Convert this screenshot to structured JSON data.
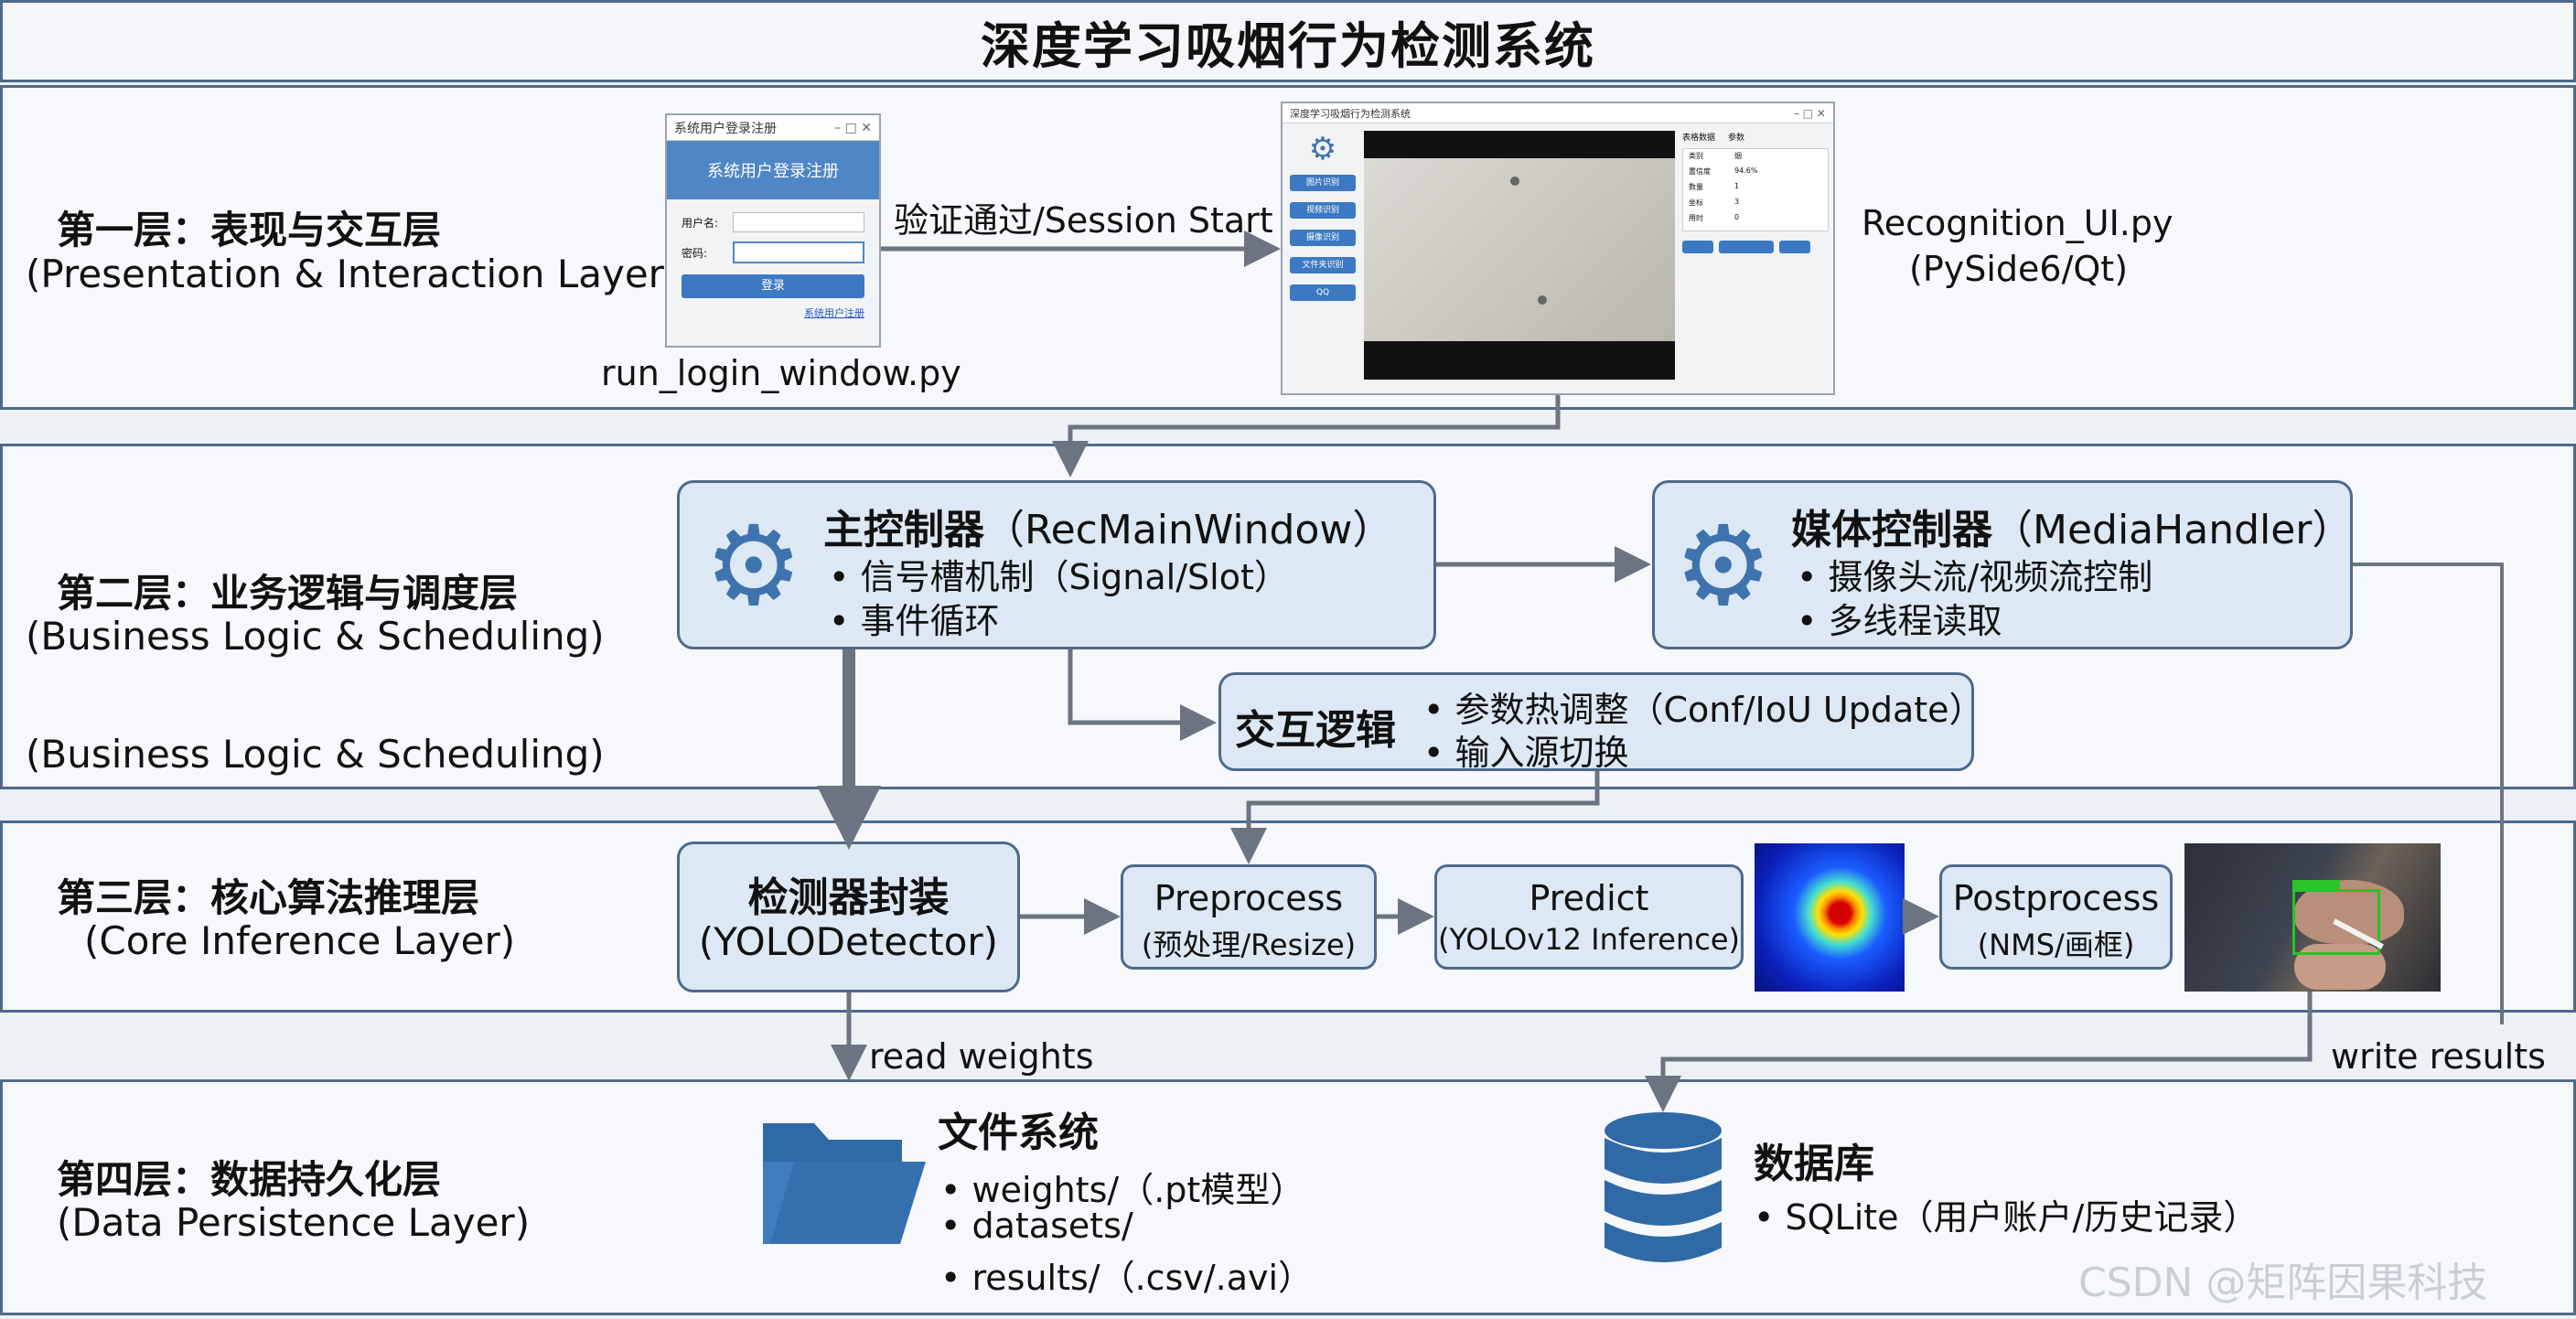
{
  "title": "深度学习吸烟行为检测系统",
  "layer1": {
    "name": "第一层：表现与交互层",
    "en": "(Presentation & Interaction Layer)",
    "login_window": {
      "title": "系统用户登录注册",
      "header": "系统用户登录注册",
      "user_label": "用户名:",
      "pwd_label": "密码:",
      "login_button": "登录",
      "register_link": "系统用户注册"
    },
    "login_file": "run_login_window.py",
    "arrow_label": "验证通过/Session Start",
    "main_window": {
      "title": "深度学习吸烟行为检测系统",
      "side_buttons": [
        "图片识别",
        "视频识别",
        "摄像识别",
        "文件夹识别",
        "QQ"
      ],
      "tabs": [
        "表格数据",
        "参数"
      ],
      "rows": [
        [
          "类别",
          "烟"
        ],
        [
          "置信度",
          "94.6%"
        ],
        [
          "数量",
          "1"
        ],
        [
          "坐标",
          "3"
        ],
        [
          "用时",
          "0"
        ]
      ]
    },
    "ui_file": "Recognition_UI.py",
    "ui_framework": "(PySide6/Qt)"
  },
  "layer2": {
    "name": "第二层：业务逻辑与调度层",
    "en": "(Business Logic & Scheduling)",
    "en_repeat": "(Business Logic & Scheduling)",
    "main_controller": {
      "title": "主控制器",
      "title_en": "（RecMainWindow）",
      "bullets": [
        "信号槽机制（Signal/Slot）",
        "事件循环"
      ]
    },
    "media_controller": {
      "title": "媒体控制器",
      "title_en": "（MediaHandler）",
      "bullets": [
        "摄像头流/视频流控制",
        "多线程读取"
      ]
    },
    "interaction": {
      "title": "交互逻辑",
      "bullets": [
        "参数热调整（Conf/IoU Update）",
        "输入源切换"
      ]
    }
  },
  "layer3": {
    "name": "第三层：核心算法推理层",
    "en": "(Core Inference Layer)",
    "detector": {
      "title": "检测器封装",
      "sub": "(YOLODetector)"
    },
    "preprocess": {
      "title": "Preprocess",
      "sub": "(预处理/Resize)"
    },
    "predict": {
      "title": "Predict",
      "sub": "(YOLOv12 Inference)"
    },
    "postprocess": {
      "title": "Postprocess",
      "sub": "(NMS/画框)"
    }
  },
  "read_weights": "read weights",
  "write_results": "write results",
  "layer4": {
    "name": "第四层：数据持久化层",
    "en": "(Data Persistence Layer)",
    "fs": {
      "title": "文件系统",
      "bullets": [
        "weights/（.pt模型）",
        "datasets/",
        "results/（.csv/.avi）"
      ]
    },
    "db": {
      "title": "数据库",
      "bullets": [
        "SQLite（用户账户/历史记录）"
      ]
    }
  },
  "watermark": "CSDN @矩阵因果科技",
  "colors": {
    "border": "#4d6a8c",
    "box_fill": "#dce8f3",
    "gear": "#3f73ad",
    "arrow": "#6b7480"
  }
}
